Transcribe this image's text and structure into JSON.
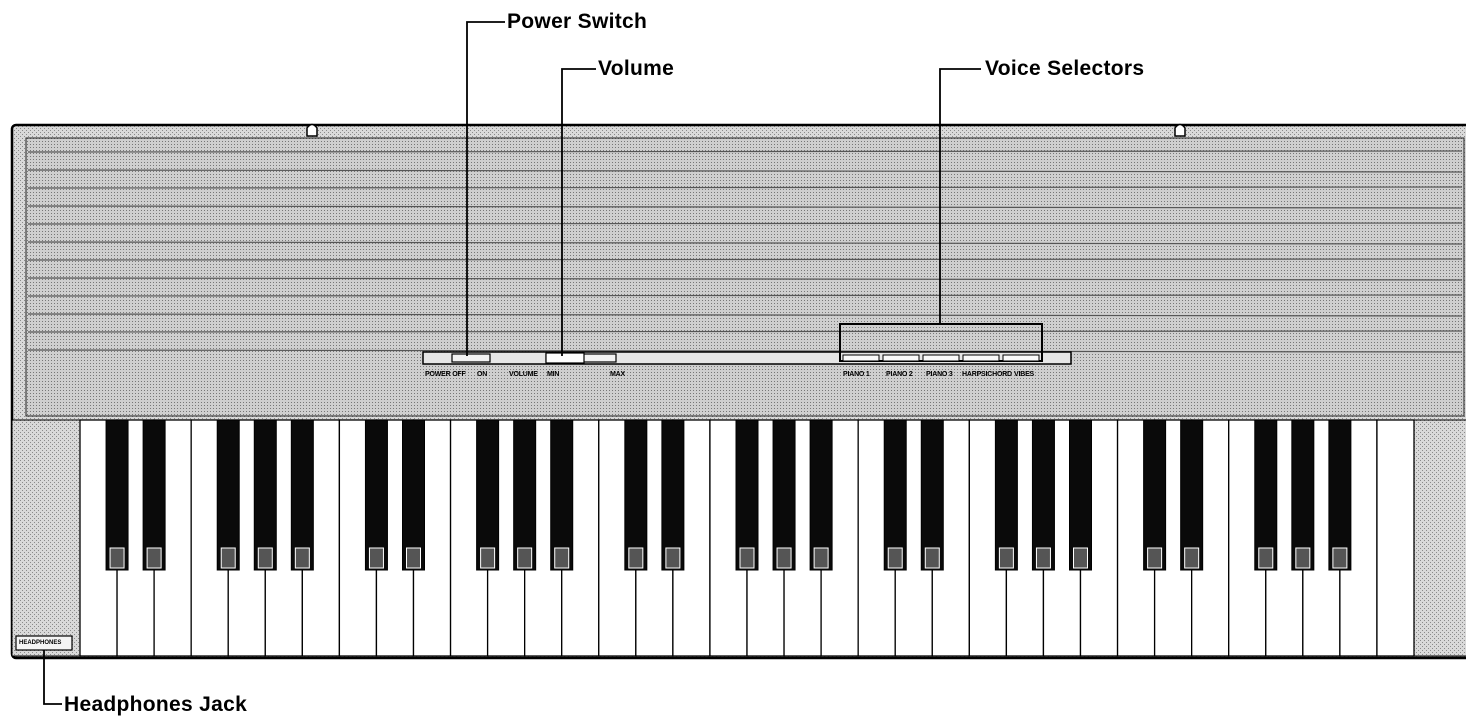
{
  "callouts": {
    "power_switch": "Power Switch",
    "volume": "Volume",
    "voice_selectors": "Voice Selectors",
    "headphones_jack": "Headphones Jack"
  },
  "panel": {
    "power": "POWER OFF",
    "power_on": "ON",
    "volume": "VOLUME",
    "min": "MIN",
    "max": "MAX",
    "piano1": "PIANO 1",
    "piano2": "PIANO 2",
    "piano3": "PIANO 3",
    "harpsichord": "HARPSICHORD",
    "vibes": "VIBES",
    "headphones": "HEADPHONES"
  }
}
